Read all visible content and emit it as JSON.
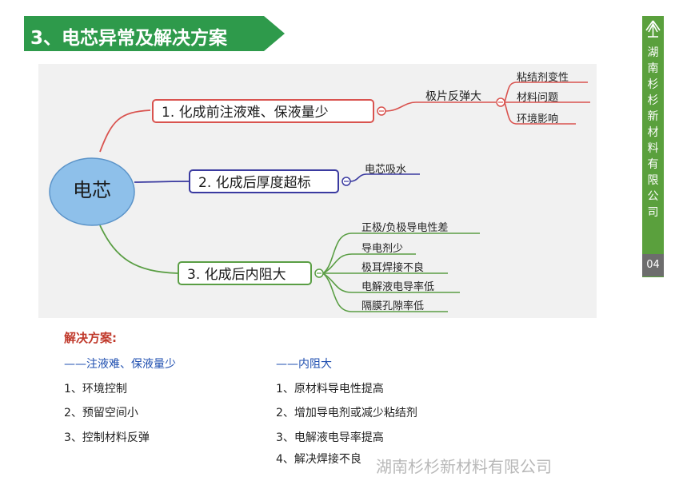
{
  "title": "3、电芯异常及解决方案",
  "sidebar": {
    "company_chars": [
      "湖",
      "南",
      "杉",
      "杉",
      "新",
      "材",
      "料",
      "有",
      "限",
      "公",
      "司"
    ],
    "page_number": "04",
    "brand_color": "#5aa03d"
  },
  "mindmap": {
    "root": "电芯",
    "branches": [
      {
        "label": "1. 化成前注液难、保液量少",
        "color": "#d9534f",
        "sub": {
          "label": "极片反弹大",
          "leaves": [
            "粘结剂变性",
            "材料问题",
            "环境影响"
          ]
        }
      },
      {
        "label": "2. 化成后厚度超标",
        "color": "#3a3aa0",
        "leaves": [
          "电芯吸水"
        ]
      },
      {
        "label": "3. 化成后内阻大",
        "color": "#5a9e44",
        "leaves": [
          "正极/负极导电性差",
          "导电剂少",
          "极耳焊接不良",
          "电解液电导率低",
          "隔膜孔隙率低"
        ]
      }
    ]
  },
  "solutions": {
    "heading": "解决方案:",
    "left": {
      "title": "——注液难、保液量少",
      "items": [
        "1、环境控制",
        "2、预留空间小",
        "3、控制材料反弹"
      ]
    },
    "right": {
      "title": "——内阻大",
      "items": [
        "1、原材料导电性提高",
        "2、增加导电剂或减少粘结剂",
        "3、电解液电导率提高",
        "4、解决焊接不良"
      ]
    }
  },
  "watermark": "湖南杉杉新材料有限公司"
}
